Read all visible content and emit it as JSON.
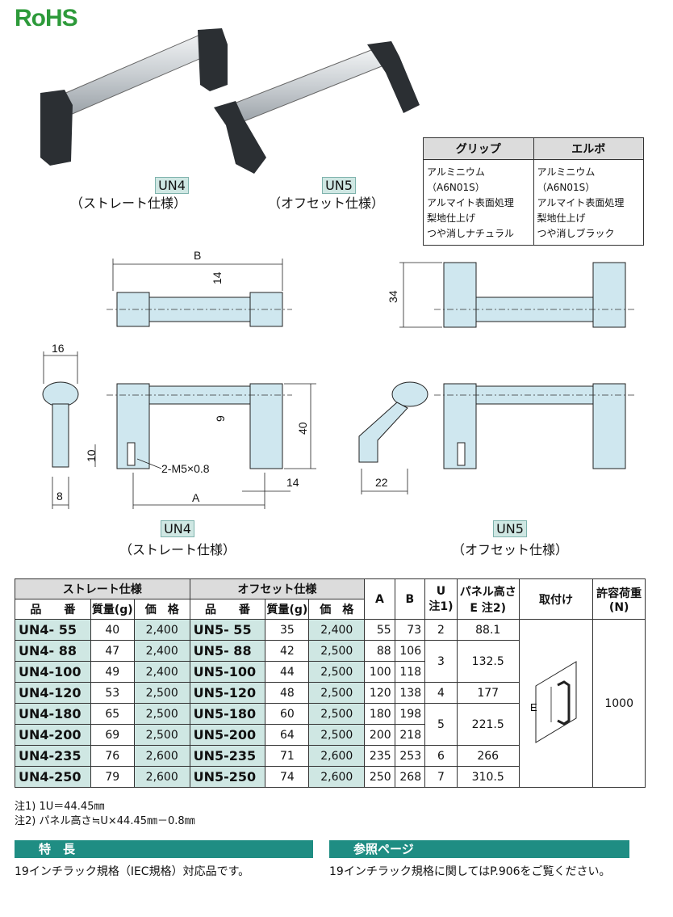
{
  "logo": "RoHS",
  "products": [
    {
      "code": "UN4",
      "caption": "（ストレート仕様）"
    },
    {
      "code": "UN5",
      "caption": "（オフセット仕様）"
    }
  ],
  "material": {
    "headers": [
      "グリップ",
      "エルボ"
    ],
    "grip": [
      "アルミニウム（A6N01S）",
      "アルマイト表面処理",
      "梨地仕上げ",
      "つや消しナチュラル"
    ],
    "elbow": [
      "アルミニウム（A6N01S）",
      "アルマイト表面処理",
      "梨地仕上げ",
      "つや消しブラック"
    ]
  },
  "drawing": {
    "dims": {
      "B": "B",
      "d14a": "14",
      "d34": "34",
      "d16": "16",
      "d9": "9",
      "d40": "40",
      "d10": "10",
      "thread": "2-M5×0.8",
      "d8": "8",
      "A": "A",
      "d14b": "14",
      "d22": "22"
    },
    "labels": [
      {
        "code": "UN4",
        "caption": "（ストレート仕様）"
      },
      {
        "code": "UN5",
        "caption": "（オフセット仕様）"
      }
    ]
  },
  "table": {
    "group_straight": "ストレート仕様",
    "group_offset": "オフセット仕様",
    "col_part": "品　　番",
    "col_mass": "質量(g)",
    "col_price": "価　格",
    "col_A": "A",
    "col_B": "B",
    "col_U": "U",
    "col_U_note": "注1)",
    "col_panel": "パネル高さ",
    "col_panel_note": "E  注2)",
    "col_mount": "取付け",
    "col_load": "許容荷重",
    "col_load_unit": "(N)",
    "mount_label": "E",
    "load": "1000",
    "rows": [
      {
        "p4": "UN4-  55",
        "m4": "40",
        "pr4": "2,400",
        "p5": "UN5-  55",
        "m5": "35",
        "pr5": "2,400",
        "A": "55",
        "B": "73"
      },
      {
        "p4": "UN4-  88",
        "m4": "47",
        "pr4": "2,400",
        "p5": "UN5-  88",
        "m5": "42",
        "pr5": "2,500",
        "A": "88",
        "B": "106"
      },
      {
        "p4": "UN4-100",
        "m4": "49",
        "pr4": "2,400",
        "p5": "UN5-100",
        "m5": "44",
        "pr5": "2,500",
        "A": "100",
        "B": "118"
      },
      {
        "p4": "UN4-120",
        "m4": "53",
        "pr4": "2,500",
        "p5": "UN5-120",
        "m5": "48",
        "pr5": "2,500",
        "A": "120",
        "B": "138"
      },
      {
        "p4": "UN4-180",
        "m4": "65",
        "pr4": "2,500",
        "p5": "UN5-180",
        "m5": "60",
        "pr5": "2,500",
        "A": "180",
        "B": "198"
      },
      {
        "p4": "UN4-200",
        "m4": "69",
        "pr4": "2,500",
        "p5": "UN5-200",
        "m5": "64",
        "pr5": "2,500",
        "A": "200",
        "B": "218"
      },
      {
        "p4": "UN4-235",
        "m4": "76",
        "pr4": "2,600",
        "p5": "UN5-235",
        "m5": "71",
        "pr5": "2,600",
        "A": "235",
        "B": "253"
      },
      {
        "p4": "UN4-250",
        "m4": "79",
        "pr4": "2,600",
        "p5": "UN5-250",
        "m5": "74",
        "pr5": "2,600",
        "A": "250",
        "B": "268"
      }
    ],
    "U_groups": [
      {
        "U": "2",
        "E": "88.1"
      },
      {
        "U": "3",
        "E": "132.5"
      },
      {
        "U": "4",
        "E": "177"
      },
      {
        "U": "5",
        "E": "221.5"
      },
      {
        "U": "6",
        "E": "266"
      },
      {
        "U": "7",
        "E": "310.5"
      }
    ]
  },
  "notes": [
    "注1)  1U＝44.45㎜",
    "注2)  パネル高さ≒U×44.45㎜－0.8㎜"
  ],
  "features": {
    "title": "特　長",
    "text": "19インチラック規格（IEC規格）対応品です。"
  },
  "reference": {
    "title": "参照ページ",
    "text": "19インチラック規格に関してはP.906をご覧ください。"
  }
}
